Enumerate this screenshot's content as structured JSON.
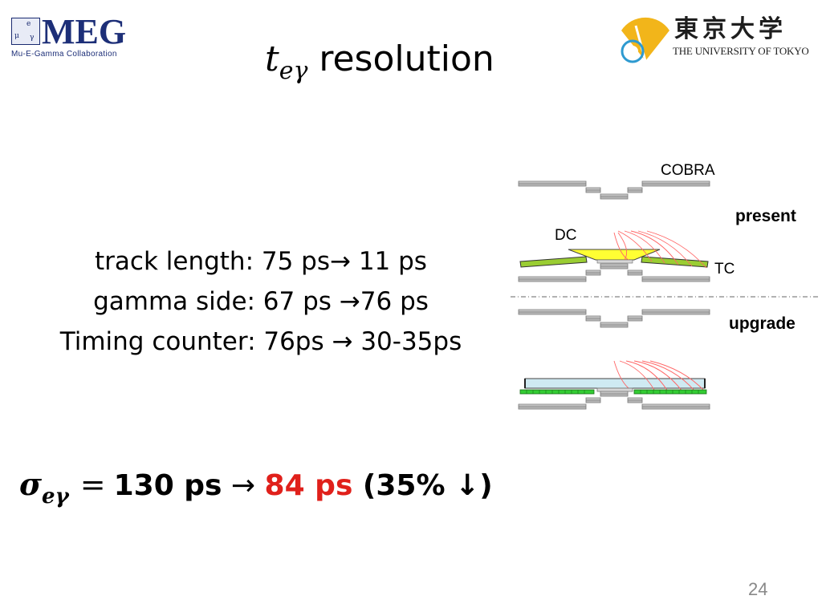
{
  "header": {
    "meg_logo": {
      "wordmark": "MEG",
      "subtitle": "Mu-E-Gamma Collaboration",
      "mark_glyphs": [
        "μ",
        "e",
        "γ"
      ],
      "color": "#1d2f78"
    },
    "university_logo": {
      "kanji": "東京大学",
      "english": "THE UNIVERSITY OF TOKYO",
      "ginkgo_color": "#f2b51a"
    }
  },
  "title": {
    "variable": "t",
    "subscript": "eγ",
    "text": " resolution"
  },
  "body": {
    "track_length": "track length: 75 ps→ 11 ps",
    "gamma_side": "gamma side: 67 ps →76 ps",
    "timing_counter": "Timing counter: 76ps → 30-35ps"
  },
  "diagram": {
    "labels": {
      "cobra": "COBRA",
      "present": "present",
      "dc": "DC",
      "tc": "TC",
      "upgrade": "upgrade"
    },
    "colors": {
      "magnet": "#a6a6a6",
      "drift_chamber": "#ffff33",
      "timing_counter_present": "#9acd32",
      "timing_counter_upgrade": "#33cc33",
      "upgrade_chamber": "#cfeaf2",
      "tracks": "#ff6666"
    }
  },
  "formula": {
    "sigma": "σ",
    "subscript": "eγ",
    "equals": "=",
    "before": "130 ps",
    "arrow": " → ",
    "after": "84 ps",
    "change": " (35% ↓)",
    "highlight_color": "#e0201b"
  },
  "page_number": "24"
}
